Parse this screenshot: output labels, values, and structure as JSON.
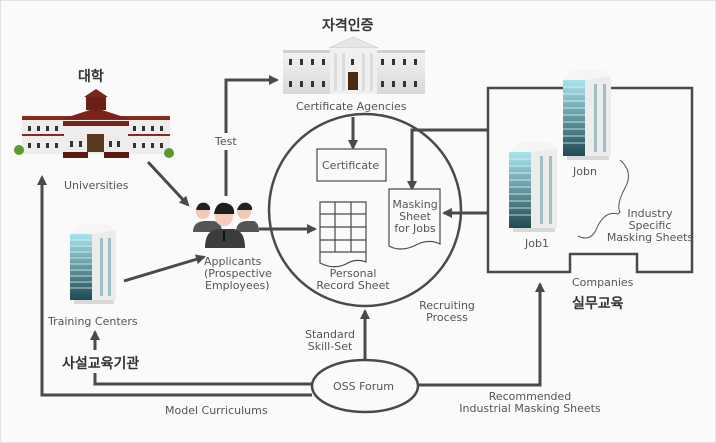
{
  "title": "OSS Recruiting Process Diagram",
  "colors": {
    "line": "#4a4a4a",
    "text": "#555555",
    "heading": "#333333",
    "university_roof": "#7a2418",
    "tower_glass": "#3f7a84",
    "background": "#fafafa"
  },
  "nodes": {
    "university": {
      "heading": "대학",
      "label": "Universities",
      "icon": "university-building-icon"
    },
    "certificate_agencies": {
      "heading": "자격인증",
      "label": "Certificate Agencies",
      "icon": "government-building-icon"
    },
    "applicants": {
      "label_lines": [
        "Applicants",
        "(Prospective",
        "Employees)"
      ],
      "icon": "people-group-icon"
    },
    "training_centers": {
      "label": "Training Centers",
      "heading": "사설교육기관",
      "icon": "office-tower-icon"
    },
    "recruiting_process": {
      "label_lines": [
        "Recruiting",
        "Process"
      ],
      "certificate": "Certificate",
      "personal_record_sheet": [
        "Personal",
        "Record Sheet"
      ],
      "masking_sheet": [
        "Masking",
        "Sheet",
        "for Jobs"
      ]
    },
    "companies": {
      "label": "Companies",
      "heading": "실무교육",
      "job_n": "Jobn",
      "job_1": "Job1",
      "annotation": [
        "Industry",
        "Specific",
        "Masking Sheets"
      ],
      "icon": "office-tower-icon"
    },
    "oss_forum": {
      "label": "OSS Forum"
    }
  },
  "edges": {
    "test": "Test",
    "standard_skill_set": [
      "Standard",
      "Skill-Set"
    ],
    "model_curriculums": "Model Curriculums",
    "recommended_sheets": [
      "Recommended",
      "Industrial Masking Sheets"
    ]
  }
}
